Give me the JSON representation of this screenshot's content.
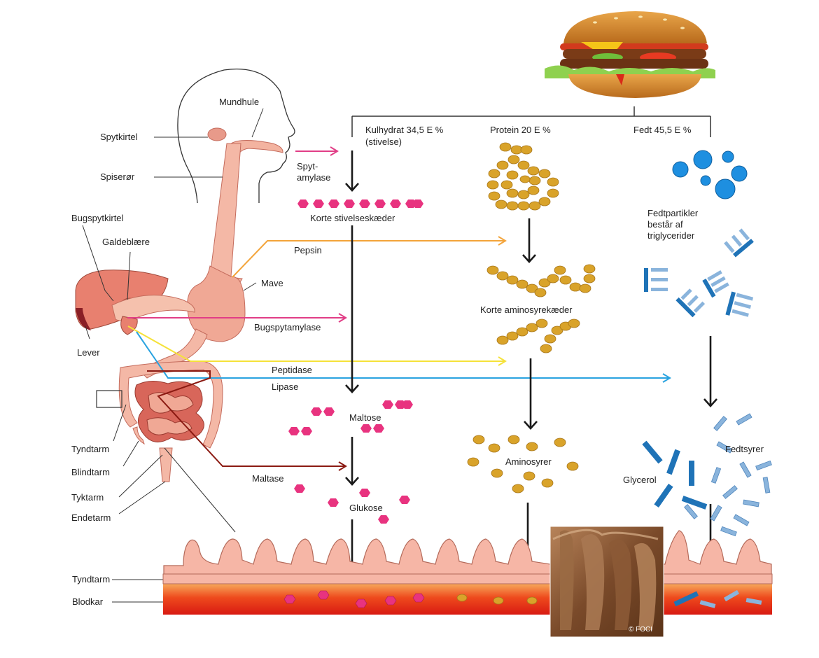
{
  "columns": {
    "kulhydrat": {
      "header": "Kulhydrat 34,5 E %",
      "sub": "(stivelse)"
    },
    "protein": {
      "header": "Protein 20 E %"
    },
    "fedt": {
      "header": "Fedt 45,5 E %"
    }
  },
  "organs": {
    "mundhule": "Mundhule",
    "spytkirtel": "Spytkirtel",
    "spiseroer": "Spiserør",
    "bugspytkirtel": "Bugspytkirtel",
    "galdeblaere": "Galdeblære",
    "mave": "Mave",
    "lever": "Lever",
    "tyndtarm": "Tyndtarm",
    "blindtarm": "Blindtarm",
    "tyktarm": "Tyktarm",
    "endetarm": "Endetarm"
  },
  "enzymes": {
    "spytamylase": "Spyt-\namylase",
    "pepsin": "Pepsin",
    "bugspytamylase": "Bugspytamylase",
    "peptidase": "Peptidase",
    "lipase": "Lipase",
    "maltase": "Maltase"
  },
  "stages": {
    "korte_stivelse": "Korte stivelseskæder",
    "korte_amino": "Korte aminosyrekæder",
    "fedtpartikler": "Fedtpartikler\nbestår af\ntriglycerider",
    "maltose": "Maltose",
    "aminosyrer": "Aminosyrer",
    "glukose": "Glukose",
    "glycerol": "Glycerol",
    "fedtsyrer": "Fedtsyrer"
  },
  "bottom": {
    "tyndtarm": "Tyndtarm",
    "blodkar": "Blodkar",
    "credit": "© FOCI"
  },
  "colors": {
    "carb": "#e8337f",
    "protein": "#d9a32a",
    "fat_dark": "#1f73b7",
    "fat_light": "#8ab4dc",
    "fat_drop": "#1e8fe0",
    "organ": "#f3b3a0",
    "organ_dark": "#c46b5c",
    "blood": "#e8321a",
    "villi": "#f6b6a6",
    "arrow_pepsin": "#f3a43a",
    "arrow_amylase": "#e13d86",
    "arrow_peptidase": "#f5e23a",
    "arrow_lipase": "#2aa3e0",
    "arrow_maltase": "#8b1a12"
  }
}
